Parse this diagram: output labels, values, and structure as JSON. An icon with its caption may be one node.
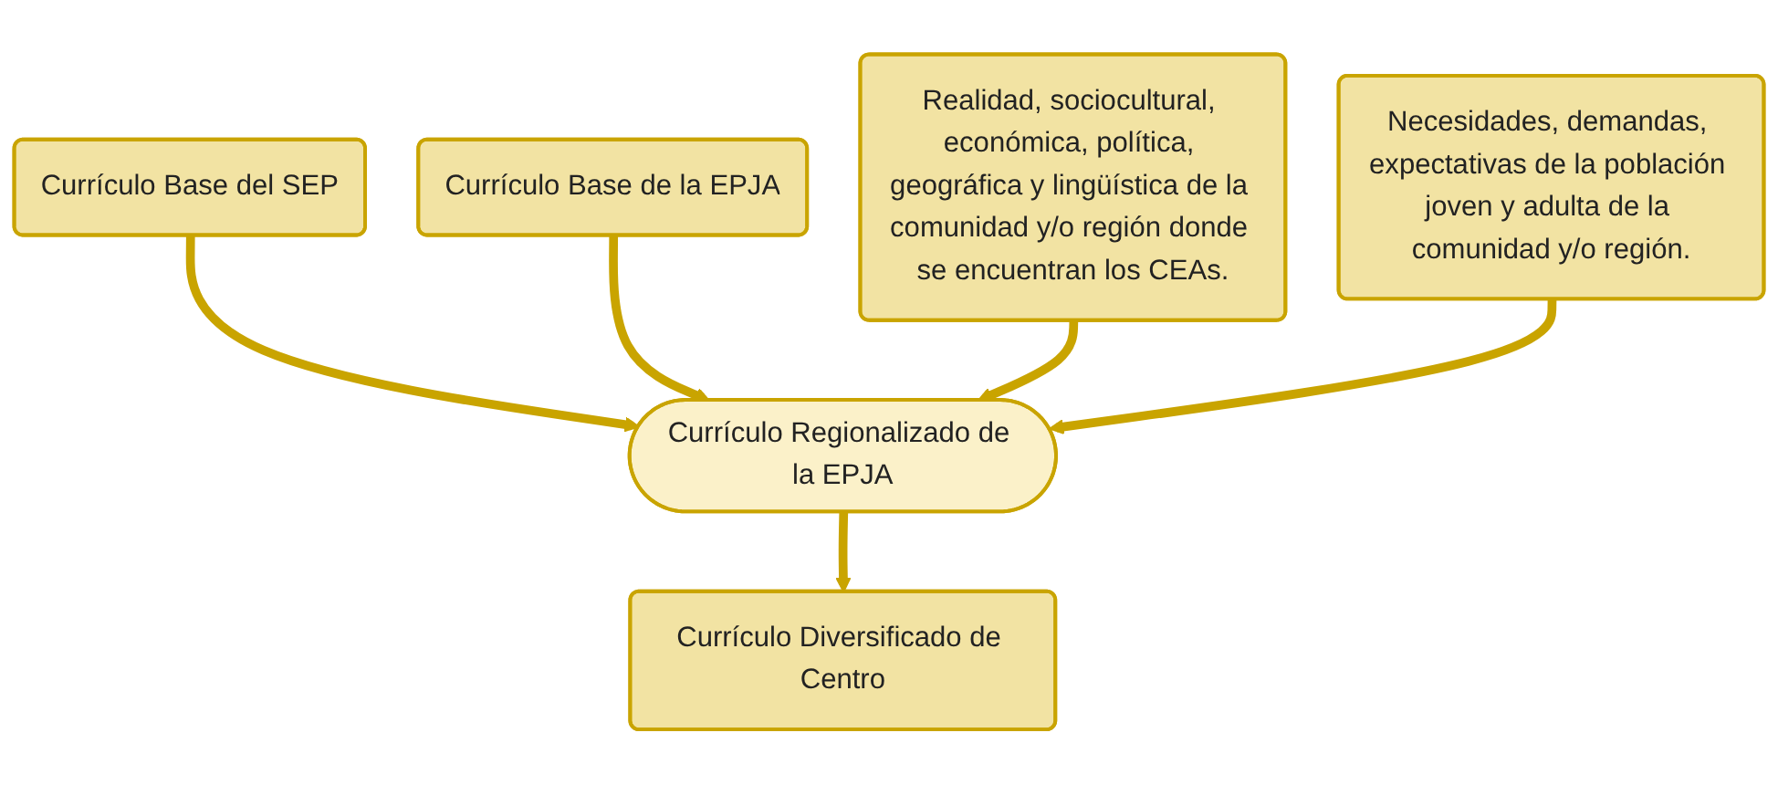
{
  "diagram": {
    "nodes": [
      {
        "text": [
          "Currículo Base del SEP"
        ]
      },
      {
        "text": [
          "Currículo Regionalizado de la EPJA"
        ]
      },
      {
        "text": [
          "Currículo Base de la EPJA"
        ]
      },
      {
        "text": [
          "Realidad, sociocultural, económica, política, geográfica y lingüística de la comunidad y/o región donde se encuentran los CEAs."
        ]
      },
      {
        "text": [
          "Necesidades, demandas, expectativas de la población joven y adulta de la comunidad y/o región."
        ]
      },
      {
        "text": [
          "Currículo Diversificado de Centro"
        ]
      }
    ],
    "edges": [
      {
        "from": 0,
        "to": 1,
        "arrow": "to"
      },
      {
        "from": 2,
        "to": 1,
        "arrow": "to"
      },
      {
        "from": 3,
        "to": 1,
        "arrow": "to"
      },
      {
        "from": 4,
        "to": 1,
        "arrow": "to"
      },
      {
        "from": 1,
        "to": 5,
        "arrow": "to"
      }
    ]
  }
}
